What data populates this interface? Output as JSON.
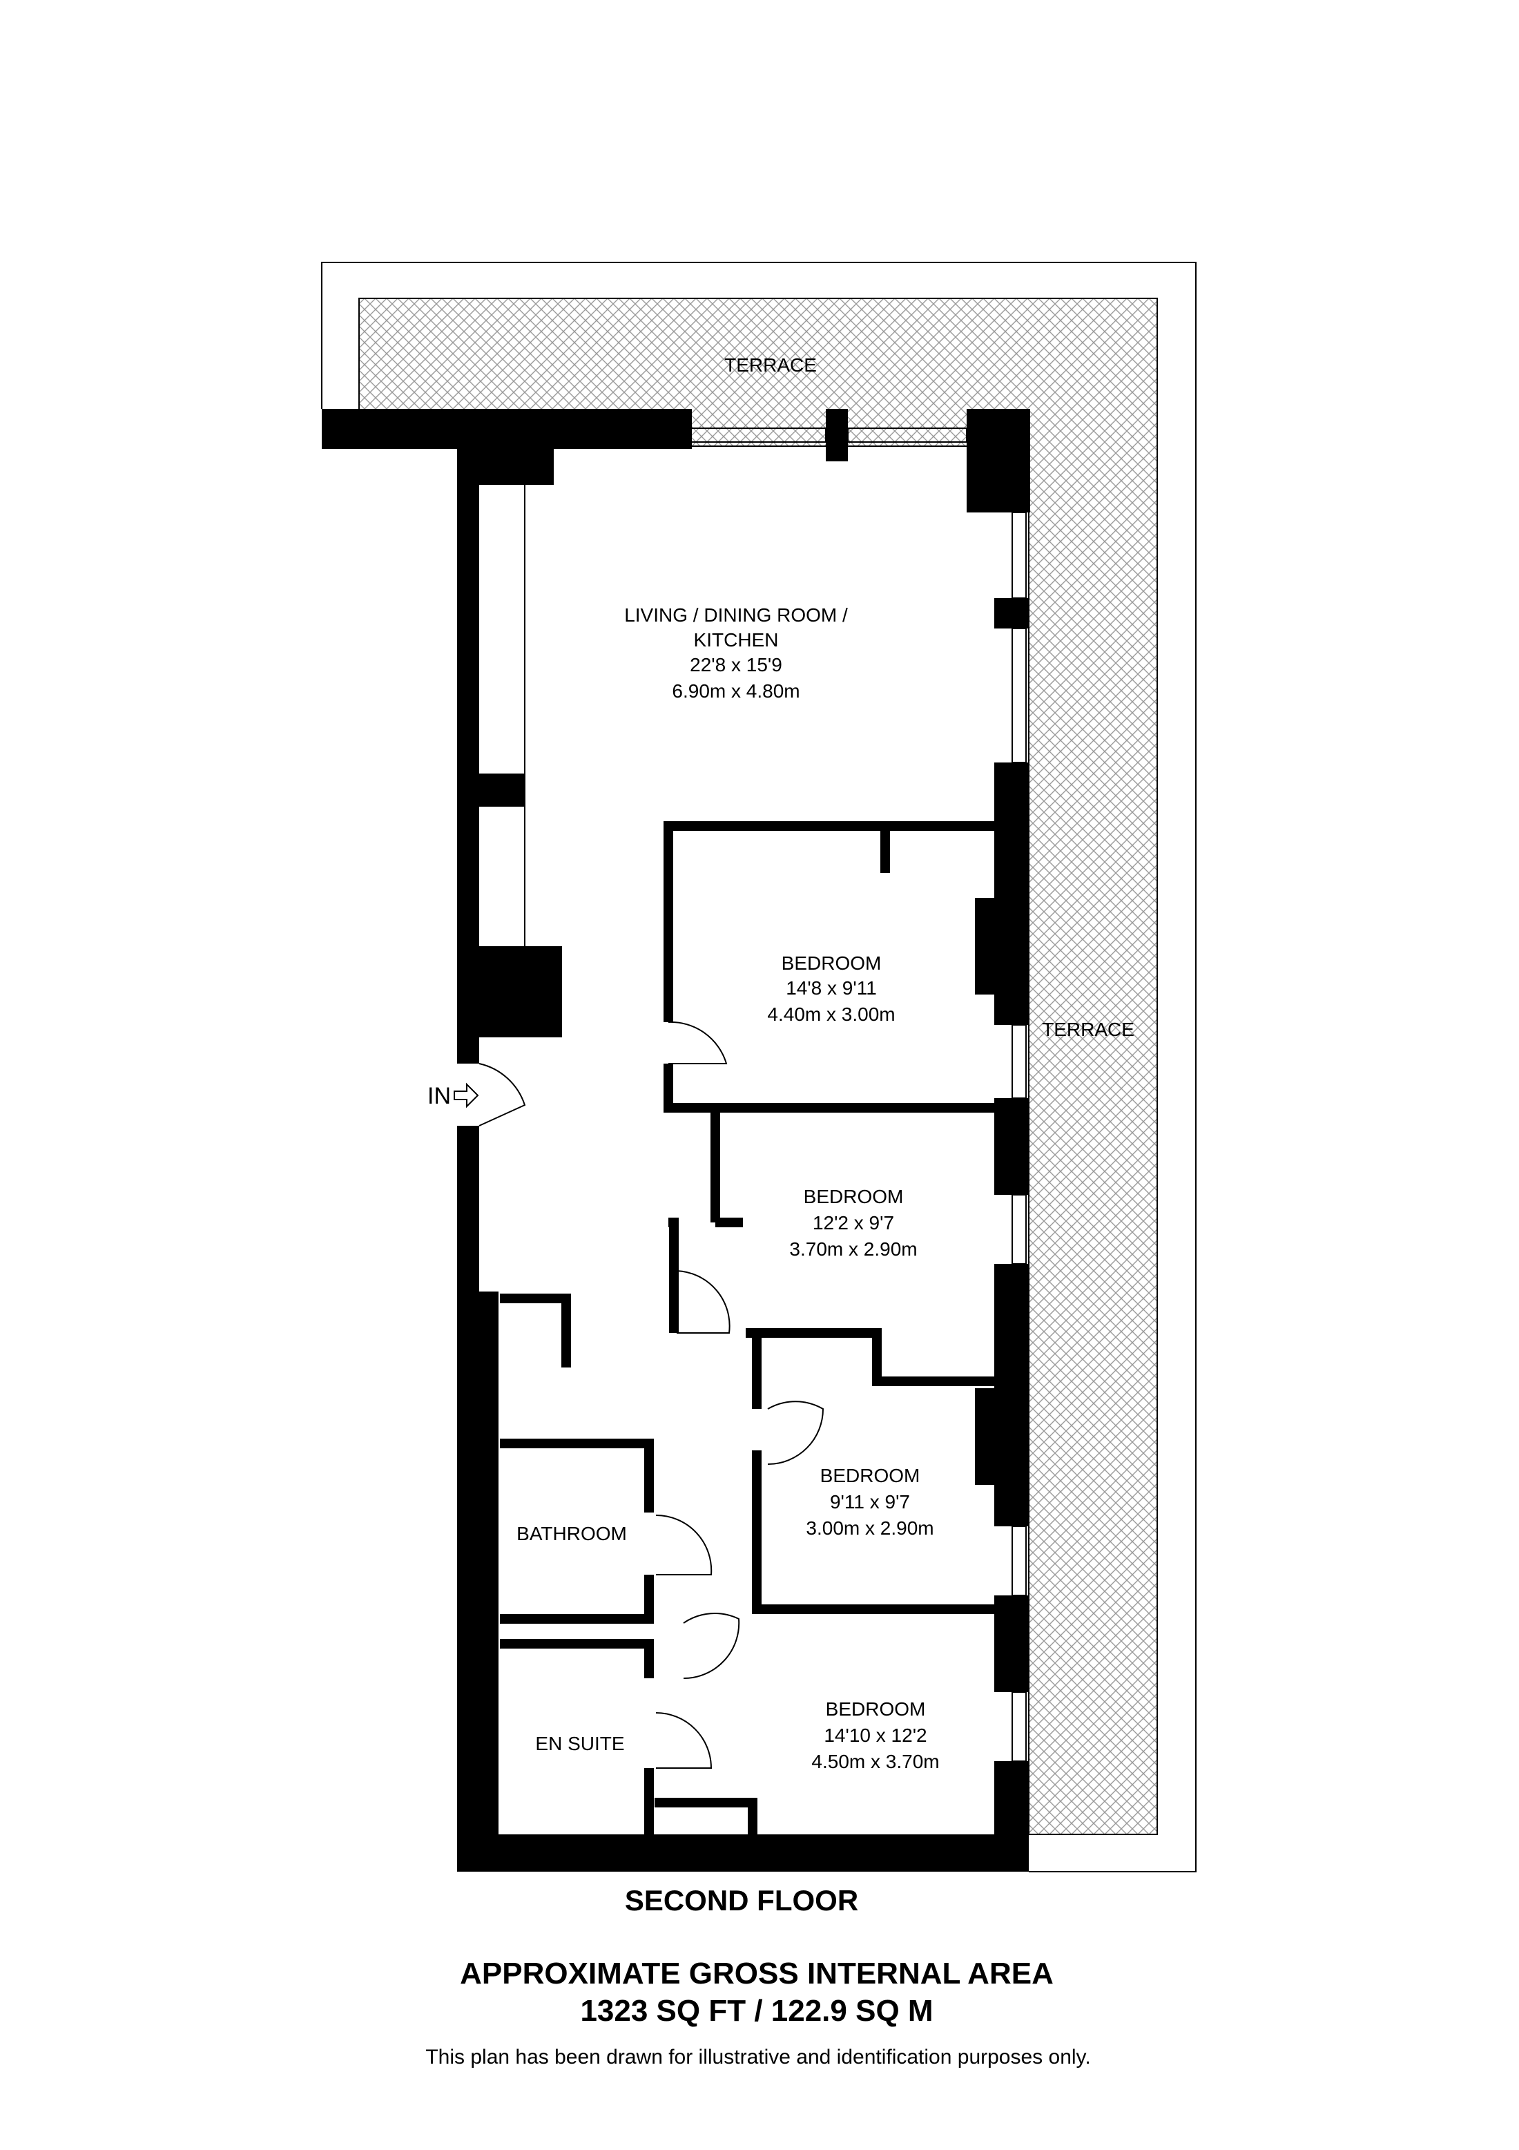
{
  "plan": {
    "floor_label": "SECOND FLOOR",
    "area_title": "APPROXIMATE GROSS INTERNAL AREA",
    "area_value": "1323 SQ FT / 122.9 SQ M",
    "disclaimer": "This plan has been drawn for illustrative and identification purposes only.",
    "entrance_label": "IN",
    "rooms": [
      {
        "name": "TERRACE"
      },
      {
        "name_line1": "LIVING  / DINING ROOM /",
        "name_line2": "KITCHEN",
        "imperial": "22'8 x 15'9",
        "metric": "6.90m x 4.80m"
      },
      {
        "name": "BEDROOM",
        "imperial": "14'8 x 9'11",
        "metric": "4.40m x 3.00m"
      },
      {
        "name": "TERRACE"
      },
      {
        "name": "BEDROOM",
        "imperial": "12'2 x 9'7",
        "metric": "3.70m x 2.90m"
      },
      {
        "name": "BEDROOM",
        "imperial": "9'11 x 9'7",
        "metric": "3.00m x 2.90m"
      },
      {
        "name": "BATHROOM"
      },
      {
        "name": "EN SUITE"
      },
      {
        "name": "BEDROOM",
        "imperial": "14'10 x 12'2",
        "metric": "4.50m x 3.70m"
      }
    ]
  },
  "colors": {
    "wall": "#000000",
    "terrace_hatch": "#9a9a9a",
    "background": "#ffffff"
  }
}
